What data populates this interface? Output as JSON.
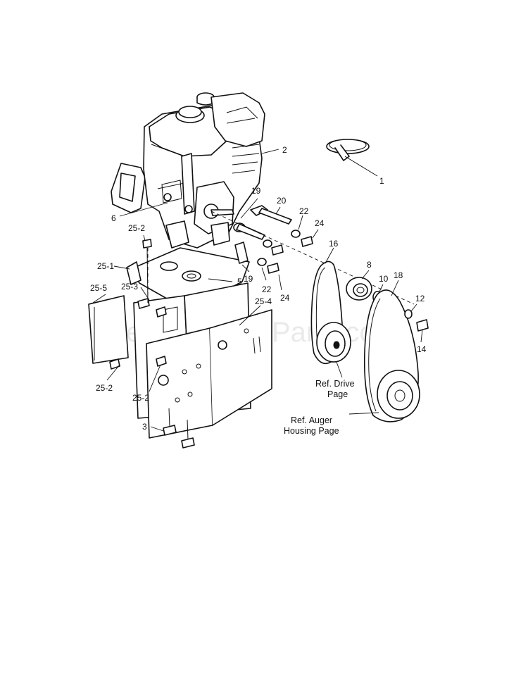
{
  "watermark": "eReplacementParts.com",
  "callouts": {
    "c1": "1",
    "c2": "2",
    "c3": "3",
    "c5": "5",
    "c6": "6",
    "c8": "8",
    "c10": "10",
    "c12": "12",
    "c14": "14",
    "c16": "16",
    "c18": "18",
    "c19a": "19",
    "c19b": "19",
    "c20": "20",
    "c22a": "22",
    "c22b": "22",
    "c24a": "24",
    "c24b": "24",
    "c25_1": "25-1",
    "c25_2a": "25-2",
    "c25_2b": "25-2",
    "c25_2c": "25-2",
    "c25_3": "25-3",
    "c25_4": "25-4",
    "c25_5": "25-5"
  },
  "references": {
    "drive_line1": "Ref. Drive",
    "drive_line2": "Page",
    "auger_line1": "Ref. Auger",
    "auger_line2": "Housing Page"
  }
}
